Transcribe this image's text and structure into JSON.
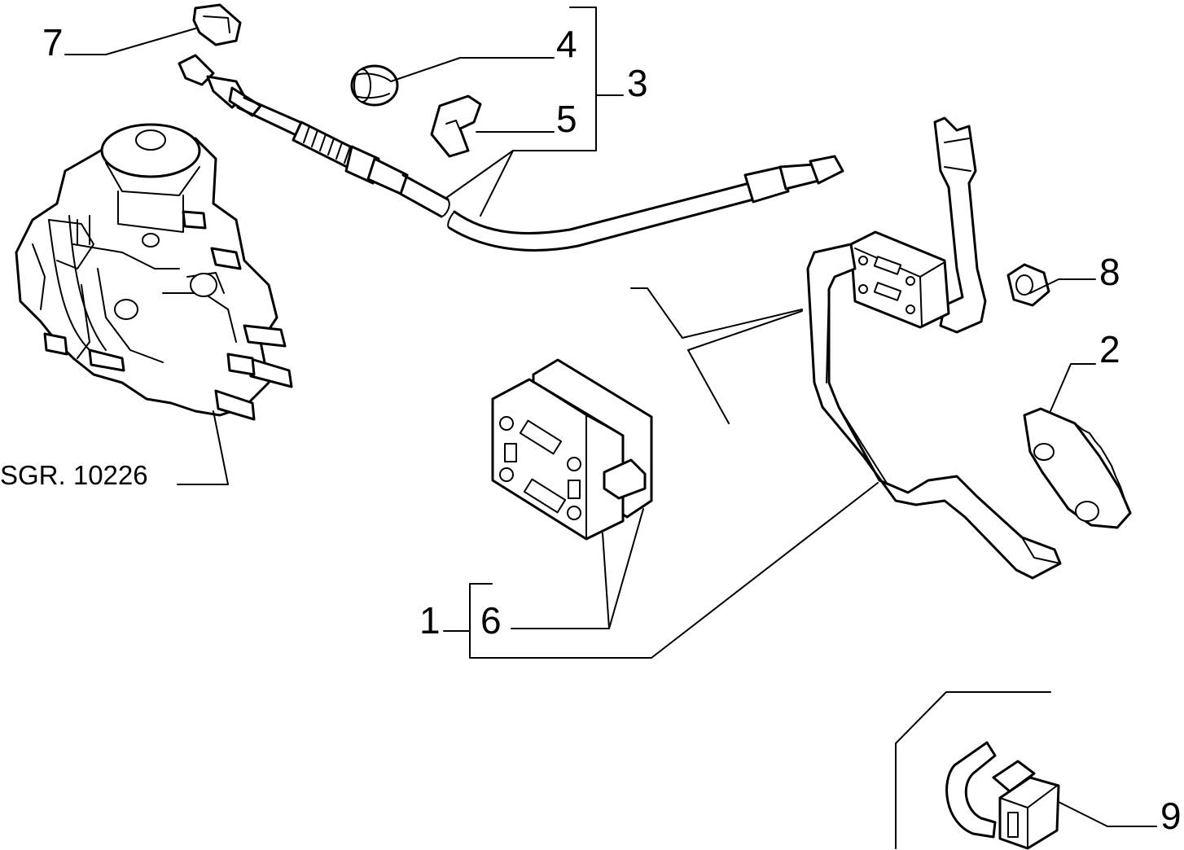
{
  "diagram": {
    "reference": "SGR. 10226",
    "labels": {
      "n1": "1",
      "n2": "2",
      "n3": "3",
      "n4": "4",
      "n5": "5",
      "n6": "6",
      "n7": "7",
      "n8": "8",
      "n9": "9"
    }
  }
}
